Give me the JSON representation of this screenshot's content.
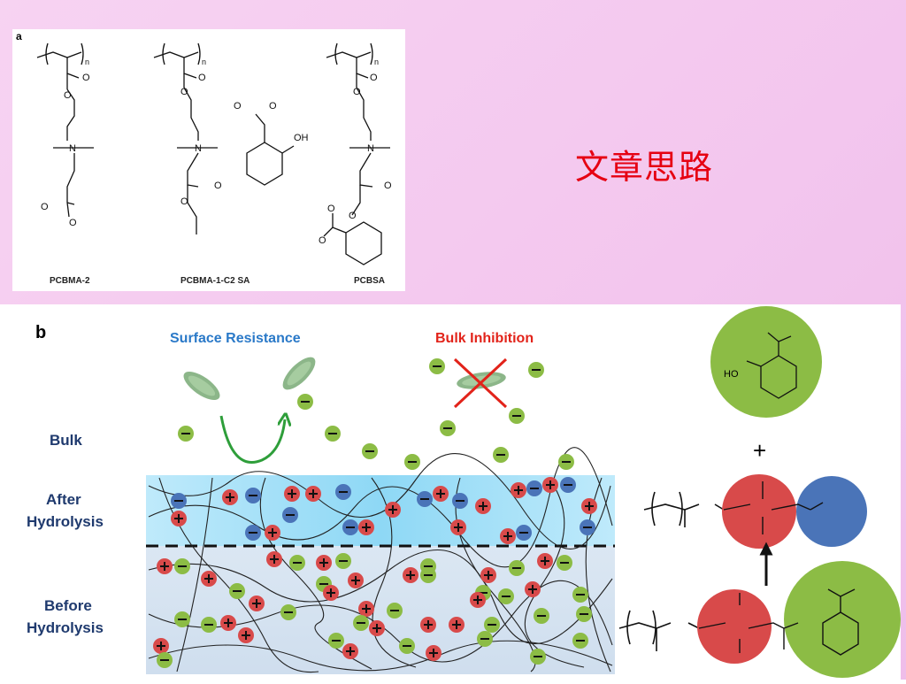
{
  "slide": {
    "title": "文章思路"
  },
  "panel_a": {
    "letter": "a",
    "structures": [
      {
        "label": "PCBMA-2"
      },
      {
        "label": "PCBMA-1-C2 SA"
      },
      {
        "label": "PCBSA"
      }
    ],
    "atoms": {
      "n": "n",
      "o": "O",
      "oh": "OH"
    }
  },
  "panel_b": {
    "letter": "b",
    "surface_resistance": "Surface Resistance",
    "bulk_inhibition": "Bulk Inhibition",
    "zones": [
      {
        "label": [
          "Bulk"
        ]
      },
      {
        "label": [
          "After",
          "Hydrolysis"
        ]
      },
      {
        "label": [
          "Before",
          "Hydrolysis"
        ]
      }
    ],
    "ho": "HO",
    "plus_sign": "+",
    "colors": {
      "surface_title": "#2a79c8",
      "bulk_title": "#e2231a",
      "zone_label": "#1f3a6e",
      "positive": "#d84a4a",
      "negative_green": "#8cbc45",
      "negative_blue": "#4a74b8",
      "after_layer": "#9fdcf4",
      "before_layer": "#d8e6f2"
    }
  }
}
